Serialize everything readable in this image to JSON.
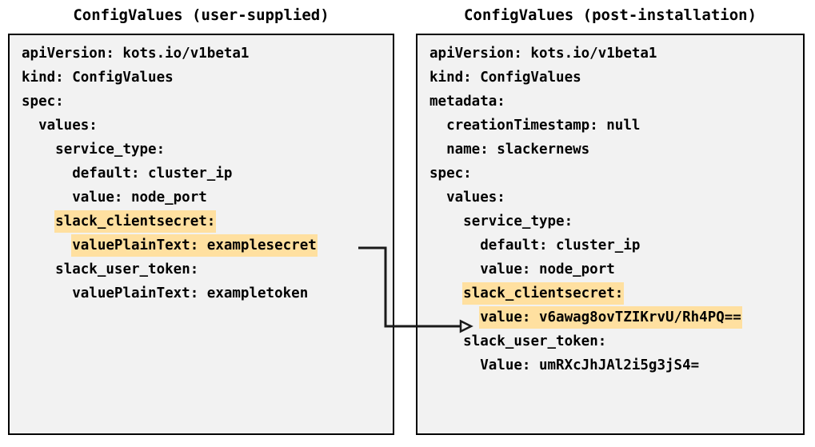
{
  "diagram": {
    "type": "two-panel-yaml-comparison",
    "highlight_color": "#ffe0a0",
    "panel_background": "#f2f2f2",
    "border_color": "#000000",
    "text_color": "#000000",
    "connector": {
      "label": "encryption-arrow",
      "from": "left.lines.9 (valuePlainText: examplesecret)",
      "to": "right.lines.11 (value: v6awag8ovTZIKrvU/Rh4PQ==)",
      "arrowhead": "open-triangle-right"
    }
  },
  "left": {
    "title": "ConfigValues (user-supplied)",
    "lines": [
      {
        "indent": 0,
        "text": "apiVersion: kots.io/v1beta1",
        "highlight": false
      },
      {
        "indent": 0,
        "text": "kind: ConfigValues",
        "highlight": false
      },
      {
        "indent": 0,
        "text": "spec:",
        "highlight": false
      },
      {
        "indent": 1,
        "text": "values:",
        "highlight": false
      },
      {
        "indent": 2,
        "text": "service_type:",
        "highlight": false
      },
      {
        "indent": 3,
        "text": "default: cluster_ip",
        "highlight": false
      },
      {
        "indent": 3,
        "text": "value: node_port",
        "highlight": false
      },
      {
        "indent": 2,
        "text": "slack_clientsecret:",
        "highlight": true
      },
      {
        "indent": 3,
        "text": "valuePlainText: examplesecret",
        "highlight": true
      },
      {
        "indent": 2,
        "text": "slack_user_token:",
        "highlight": false
      },
      {
        "indent": 3,
        "text": "valuePlainText: exampletoken",
        "highlight": false
      }
    ]
  },
  "right": {
    "title": "ConfigValues (post-installation)",
    "lines": [
      {
        "indent": 0,
        "text": "apiVersion: kots.io/v1beta1",
        "highlight": false
      },
      {
        "indent": 0,
        "text": "kind: ConfigValues",
        "highlight": false
      },
      {
        "indent": 0,
        "text": "metadata:",
        "highlight": false
      },
      {
        "indent": 1,
        "text": "creationTimestamp: null",
        "highlight": false
      },
      {
        "indent": 1,
        "text": "name: slackernews",
        "highlight": false
      },
      {
        "indent": 0,
        "text": "spec:",
        "highlight": false
      },
      {
        "indent": 1,
        "text": "values:",
        "highlight": false
      },
      {
        "indent": 2,
        "text": "service_type:",
        "highlight": false
      },
      {
        "indent": 3,
        "text": "default: cluster_ip",
        "highlight": false
      },
      {
        "indent": 3,
        "text": "value: node_port",
        "highlight": false
      },
      {
        "indent": 2,
        "text": "slack_clientsecret:",
        "highlight": true
      },
      {
        "indent": 3,
        "text": "value: v6awag8ovTZIKrvU/Rh4PQ==",
        "highlight": true
      },
      {
        "indent": 2,
        "text": "slack_user_token:",
        "highlight": false
      },
      {
        "indent": 3,
        "text": "Value: umRXcJhJAl2i5g3jS4=",
        "highlight": false
      }
    ]
  }
}
